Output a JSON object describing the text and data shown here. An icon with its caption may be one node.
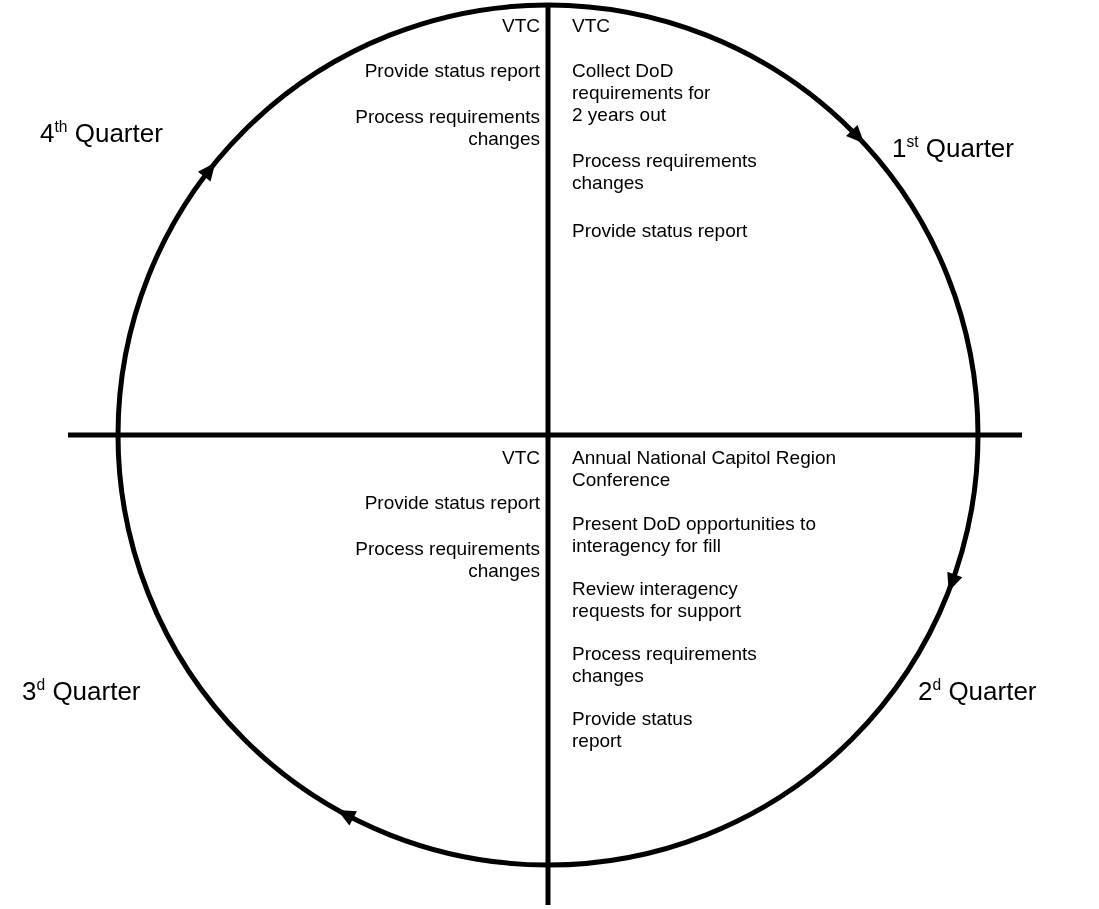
{
  "diagram": {
    "labels": [
      "4$^{th}$ Quarter",
      "VTC",
      "Provide status report",
      "Process requirements changes",
      "VTC",
      "Collect DoD requirements for 2 years out",
      "Process requirements changes",
      "Provide status report",
      "1$^{st}$ Quarter",
      "VTC",
      "Provide status report",
      "Process requirements changes",
      "Annual National Capitol Region Conference",
      "Present DoD opportunities to interagency for fill",
      "Review interagency requests for support",
      "Process requirements changes",
      "Provide status report",
      "3$^{d}$ Quarter",
      "2$^{d}$ Quarter"
    ]
  }
}
